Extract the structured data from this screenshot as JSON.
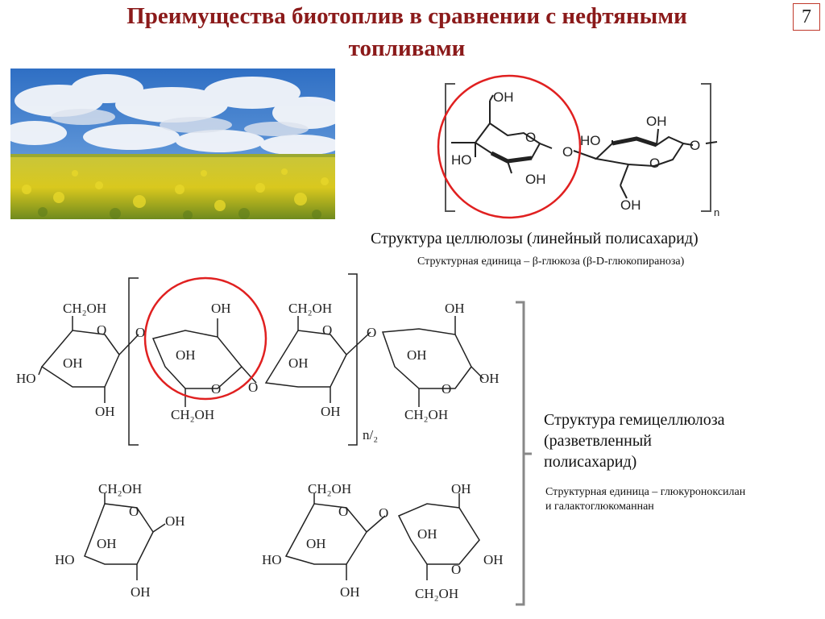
{
  "slide": {
    "title_line1": "Преимущества биотоплив в сравнении с нефтяными",
    "title_line2": "топливами",
    "page_number": "7"
  },
  "photo": {
    "description_icon": "rapeseed-field-image"
  },
  "cellulose": {
    "caption": "Структура целлюлозы (линейный полисахарид)",
    "subcaption": "Структурная единица – β-глюкоза (β-D-глюкопираноза)",
    "labels": {
      "oh": "OH",
      "o": "O",
      "ho": "HO",
      "n": "n"
    }
  },
  "hemicellulose": {
    "caption_line1": "Структура гемицеллюлоза",
    "caption_line2": "(разветвленный",
    "caption_line3": "полисахарид)",
    "subcaption_line1": "Структурная единица – глюкуроноксилан",
    "subcaption_line2": "и галактоглюкоманнан",
    "labels": {
      "ch2oh": "CH₂OH",
      "oh": "OH",
      "ho": "HO",
      "o": "O",
      "n2": "n/₂"
    }
  },
  "colors": {
    "title": "#8b1a1a",
    "highlight_circle": "#e02020",
    "bracket": "#555555"
  }
}
